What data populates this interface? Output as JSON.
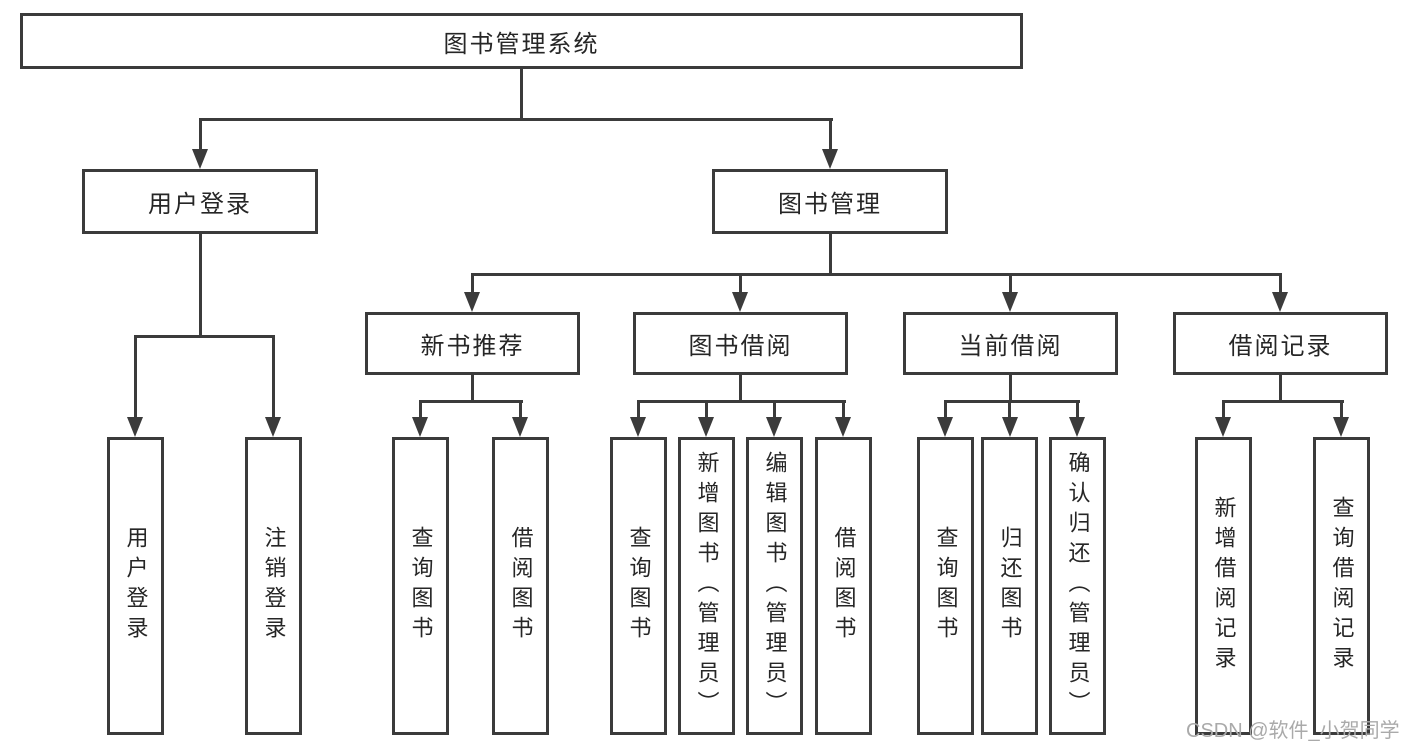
{
  "colors": {
    "line": "#3b3b3b",
    "node-border": "#3b3b3b",
    "node-bg": "#ffffff",
    "text": "#262626",
    "watermark": "#aaaaaa",
    "background": "#ffffff"
  },
  "tree": {
    "label": "图书管理系统",
    "children": [
      {
        "label": "用户登录",
        "children": [
          {
            "label": "用户登录"
          },
          {
            "label": "注销登录"
          }
        ]
      },
      {
        "label": "图书管理",
        "children": [
          {
            "label": "新书推荐",
            "children": [
              {
                "label": "查询图书"
              },
              {
                "label": "借阅图书"
              }
            ]
          },
          {
            "label": "图书借阅",
            "children": [
              {
                "label": "查询图书"
              },
              {
                "label": "新增图书（管理员）"
              },
              {
                "label": "编辑图书（管理员）"
              },
              {
                "label": "借阅图书"
              }
            ]
          },
          {
            "label": "当前借阅",
            "children": [
              {
                "label": "查询图书"
              },
              {
                "label": "归还图书"
              },
              {
                "label": "确认归还（管理员）"
              }
            ]
          },
          {
            "label": "借阅记录",
            "children": [
              {
                "label": "新增借阅记录"
              },
              {
                "label": "查询借阅记录"
              }
            ]
          }
        ]
      }
    ]
  },
  "watermark": {
    "text": "CSDN @软件_小贺同学"
  }
}
